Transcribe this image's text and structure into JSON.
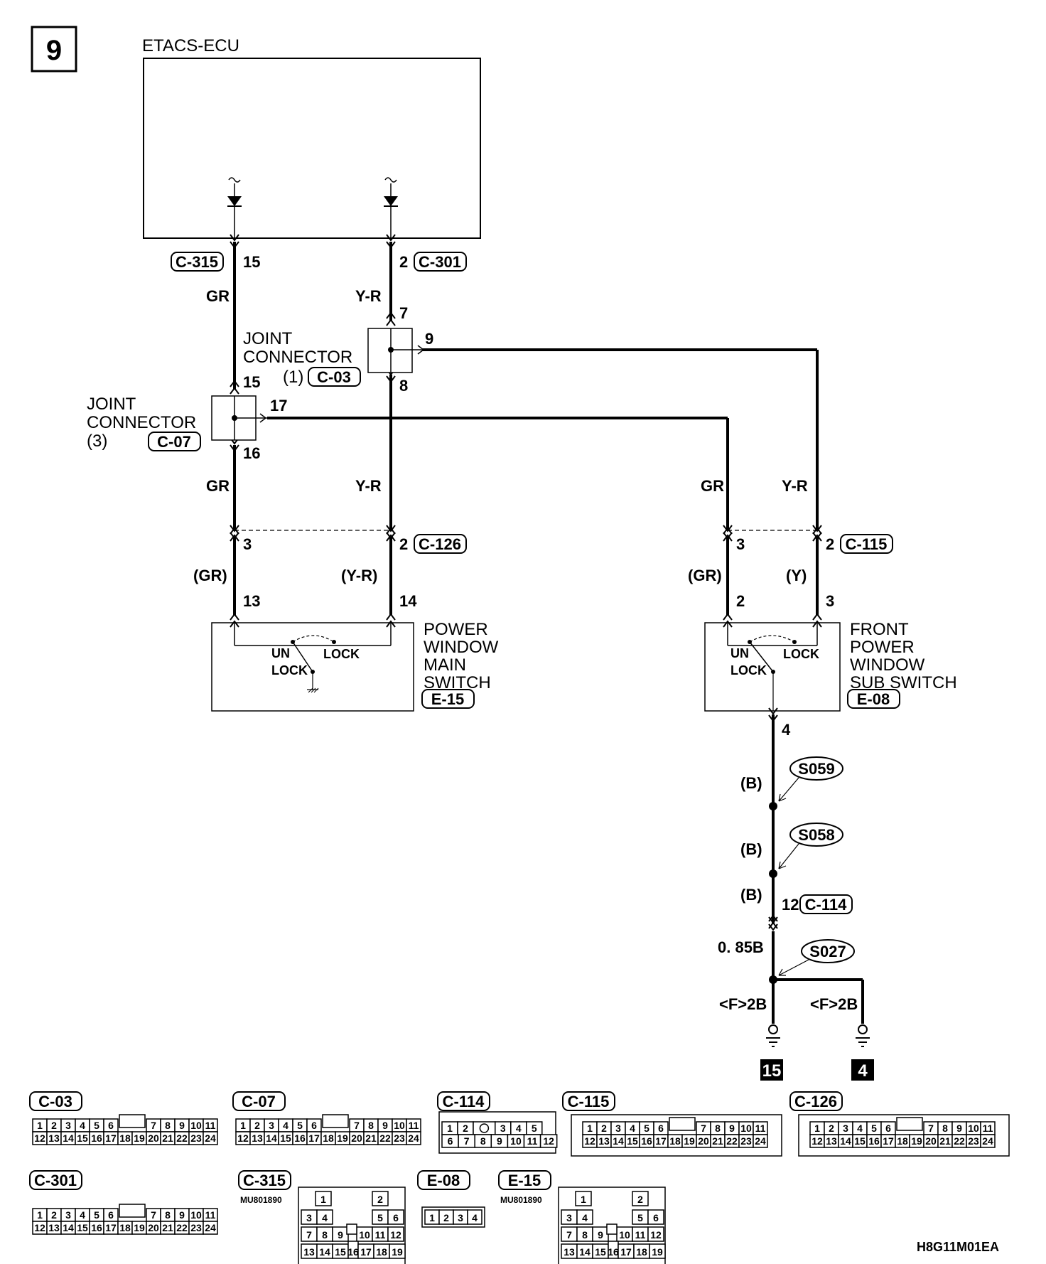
{
  "page_number": "9",
  "ecu": {
    "title": "ETACS-ECU"
  },
  "wire_colors": {
    "gr": "GR",
    "yr": "Y-R",
    "gr_paren": "(GR)",
    "yr_paren": "(Y-R)",
    "y_paren": "(Y)",
    "b_paren": "(B)",
    "size_085b": "0. 85B",
    "f2b": "<F>2B"
  },
  "connectors": {
    "c315": "C-315",
    "c301": "C-301",
    "c03": "C-03",
    "c07": "C-07",
    "c126": "C-126",
    "c115": "C-115",
    "c114": "C-114",
    "e15": "E-15",
    "e08": "E-08"
  },
  "joint_connector_1": {
    "line1": "JOINT",
    "line2": "CONNECTOR",
    "line3": "(1)"
  },
  "joint_connector_3": {
    "line1": "JOINT",
    "line2": "CONNECTOR",
    "line3": "(3)"
  },
  "pins": {
    "p15": "15",
    "p2": "2",
    "p7": "7",
    "p9": "9",
    "p8": "8",
    "p15b": "15",
    "p17": "17",
    "p16": "16",
    "p3a": "3",
    "p2a": "2",
    "p13": "13",
    "p14": "14",
    "p3b": "3",
    "p2b": "2",
    "p2c": "2",
    "p3c": "3",
    "p4": "4",
    "p12": "12"
  },
  "switch_labels": {
    "un": "UN",
    "lock": "LOCK",
    "lock2": "LOCK"
  },
  "main_switch": {
    "line1": "POWER",
    "line2": "WINDOW",
    "line3": "MAIN",
    "line4": "SWITCH"
  },
  "sub_switch": {
    "line1": "FRONT",
    "line2": "POWER",
    "line3": "WINDOW",
    "line4": "SUB SWITCH"
  },
  "splices": {
    "s059": "S059",
    "s058": "S058",
    "s027": "S027"
  },
  "grounds": {
    "g15": "15",
    "g4": "4"
  },
  "pinouts": {
    "c03": {
      "row1": [
        "1",
        "2",
        "3",
        "4",
        "5",
        "6",
        "",
        "7",
        "8",
        "9",
        "10",
        "11"
      ],
      "row2": [
        "12",
        "13",
        "14",
        "15",
        "16",
        "17",
        "18",
        "19",
        "20",
        "21",
        "22",
        "23",
        "24"
      ]
    },
    "c114": {
      "row1": [
        "1",
        "2",
        "",
        "3",
        "4",
        "5"
      ],
      "row2": [
        "6",
        "7",
        "8",
        "9",
        "10",
        "11",
        "12"
      ]
    },
    "c115": {
      "row1": [
        "1",
        "2",
        "3",
        "4",
        "5",
        "",
        "6",
        "7",
        "8",
        "9",
        "10",
        "11"
      ],
      "row2": [
        "12",
        "13",
        "14",
        "15",
        "16",
        "17",
        "18",
        "19",
        "20",
        "21",
        "22",
        "23",
        "24"
      ]
    },
    "c315": {
      "r1": [
        "1",
        "2"
      ],
      "r2": [
        "3",
        "4",
        "5",
        "6"
      ],
      "r3": [
        "7",
        "8",
        "9",
        "10",
        "11",
        "12"
      ],
      "r4": [
        "13",
        "14",
        "15",
        "16",
        "17",
        "18",
        "19"
      ]
    },
    "e08": [
      "1",
      "2",
      "3",
      "4"
    ]
  },
  "part_code": "MU801890",
  "figure_code": "H8G11M01EA"
}
